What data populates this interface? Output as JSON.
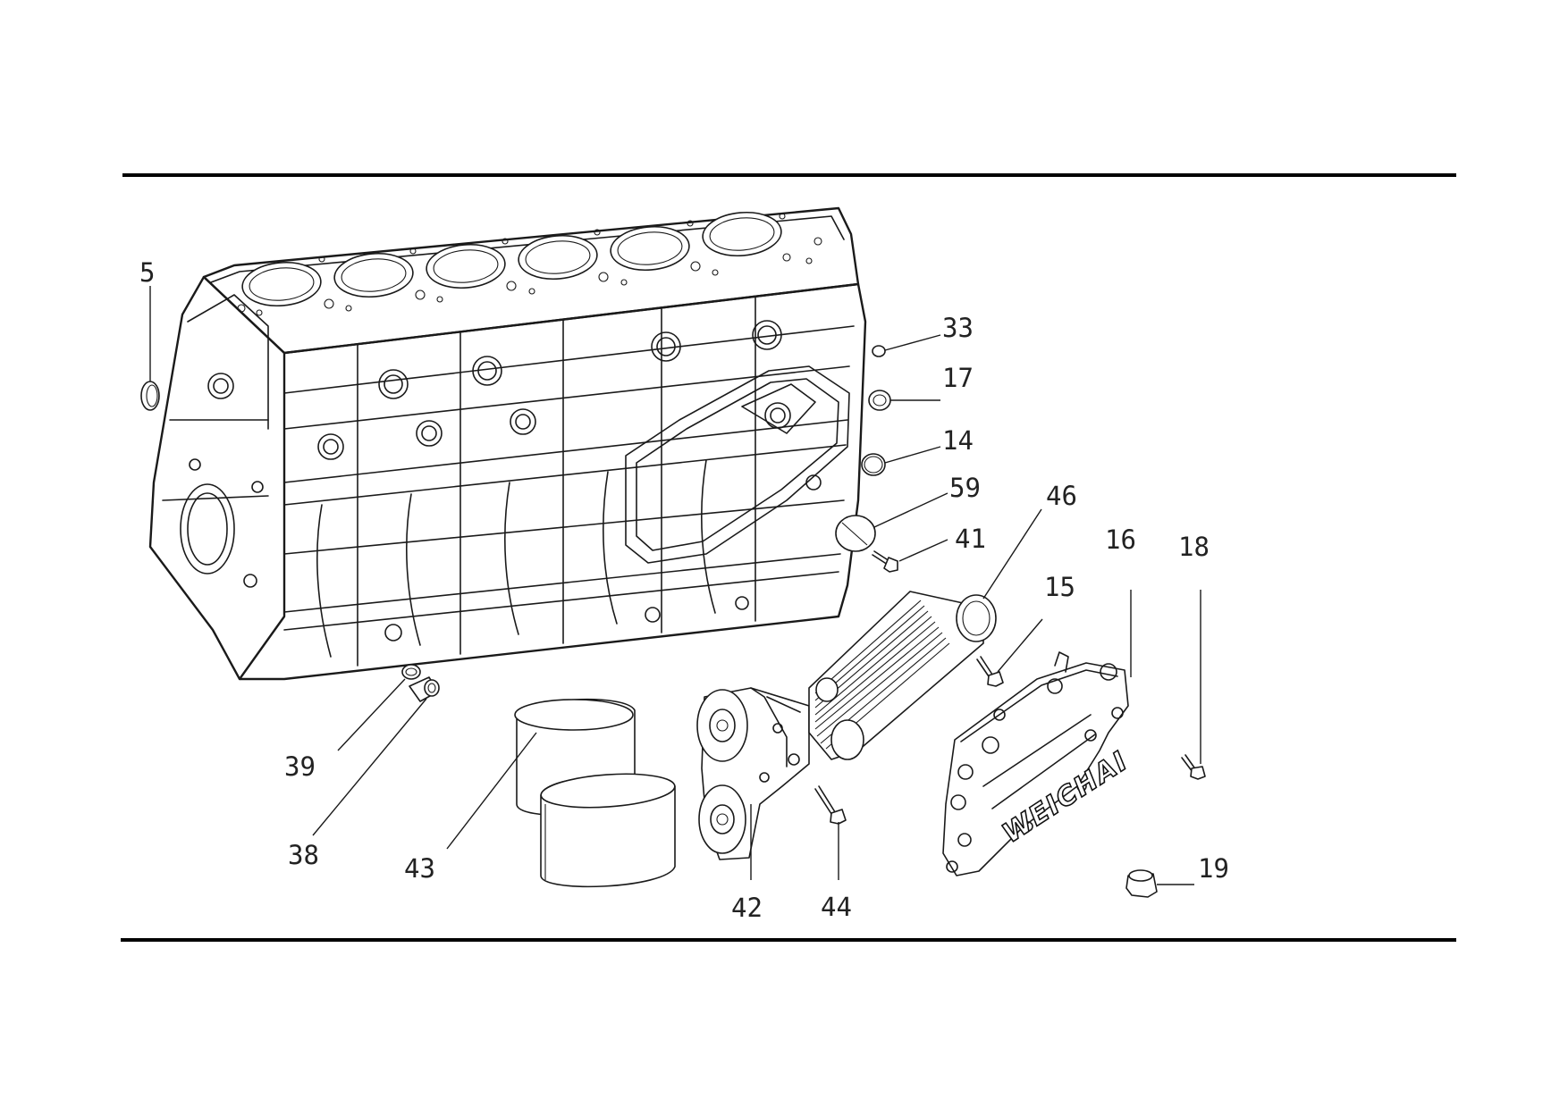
{
  "diagram": {
    "brand_label": "WEICHAI",
    "callouts": [
      {
        "id": "5",
        "label": "5"
      },
      {
        "id": "33",
        "label": "33"
      },
      {
        "id": "17",
        "label": "17"
      },
      {
        "id": "14",
        "label": "14"
      },
      {
        "id": "59",
        "label": "59"
      },
      {
        "id": "41",
        "label": "41"
      },
      {
        "id": "46",
        "label": "46"
      },
      {
        "id": "16",
        "label": "16"
      },
      {
        "id": "18",
        "label": "18"
      },
      {
        "id": "15",
        "label": "15"
      },
      {
        "id": "39",
        "label": "39"
      },
      {
        "id": "38",
        "label": "38"
      },
      {
        "id": "43",
        "label": "43"
      },
      {
        "id": "42",
        "label": "42"
      },
      {
        "id": "44",
        "label": "44"
      },
      {
        "id": "19",
        "label": "19"
      }
    ]
  }
}
